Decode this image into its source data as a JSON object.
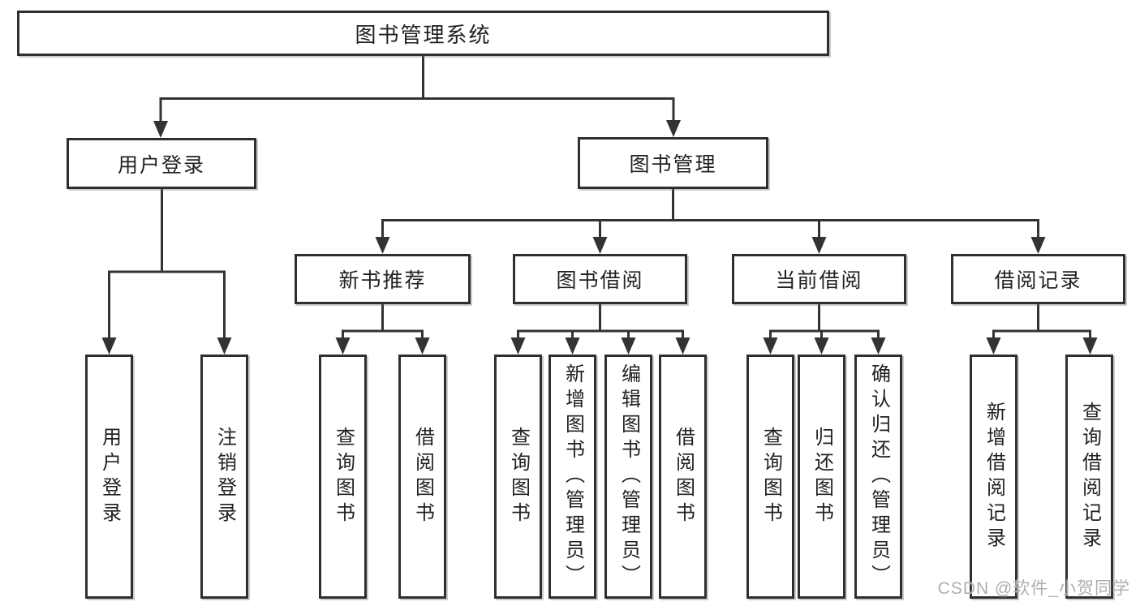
{
  "diagram": {
    "root": {
      "label": "图书管理系统"
    },
    "branches": {
      "user": {
        "label": "用户登录",
        "children": [
          {
            "label": "用户登录"
          },
          {
            "label": "注销登录"
          }
        ]
      },
      "book": {
        "label": "图书管理",
        "sections": [
          {
            "label": "新书推荐",
            "children": [
              {
                "label": "查询图书"
              },
              {
                "label": "借阅图书"
              }
            ]
          },
          {
            "label": "图书借阅",
            "children": [
              {
                "label": "查询图书"
              },
              {
                "label": "新增图书（管理员）"
              },
              {
                "label": "编辑图书（管理员）"
              },
              {
                "label": "借阅图书"
              }
            ]
          },
          {
            "label": "当前借阅",
            "children": [
              {
                "label": "查询图书"
              },
              {
                "label": "归还图书"
              },
              {
                "label": "确认归还（管理员）"
              }
            ]
          },
          {
            "label": "借阅记录",
            "children": [
              {
                "label": "新增借阅记录"
              },
              {
                "label": "查询借阅记录"
              }
            ]
          }
        ]
      }
    },
    "watermark": "CSDN @软件_小贺同学",
    "colors": {
      "line": "#333333",
      "text": "#212121",
      "watermark": "#aeaeae",
      "background": "#ffffff"
    }
  }
}
